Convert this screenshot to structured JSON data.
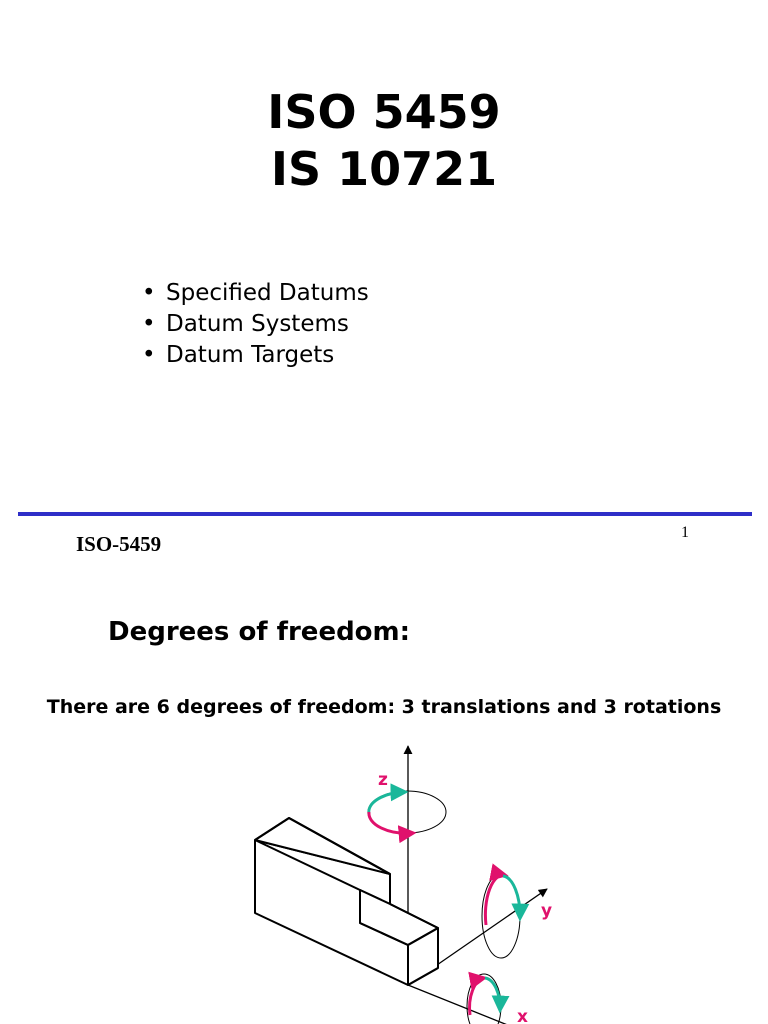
{
  "slide1": {
    "title_line1": "ISO 5459",
    "title_line2": "IS 10721",
    "bullets": [
      "Specified Datums",
      "Datum Systems",
      "Datum Targets"
    ],
    "bullet_symbol": "•",
    "footer": "ISO-5459",
    "page_number": "1"
  },
  "slide2": {
    "heading": "Degrees of freedom:",
    "sentence": "There are 6 degrees of freedom: 3 translations and 3 rotations",
    "axes": {
      "z": "z",
      "y": "y",
      "x": "x"
    }
  },
  "colors": {
    "divider": "#2e2ec8",
    "axis_label": "#e0116c",
    "arrow_magenta": "#e0116c",
    "arrow_teal": "#1ab79a"
  }
}
